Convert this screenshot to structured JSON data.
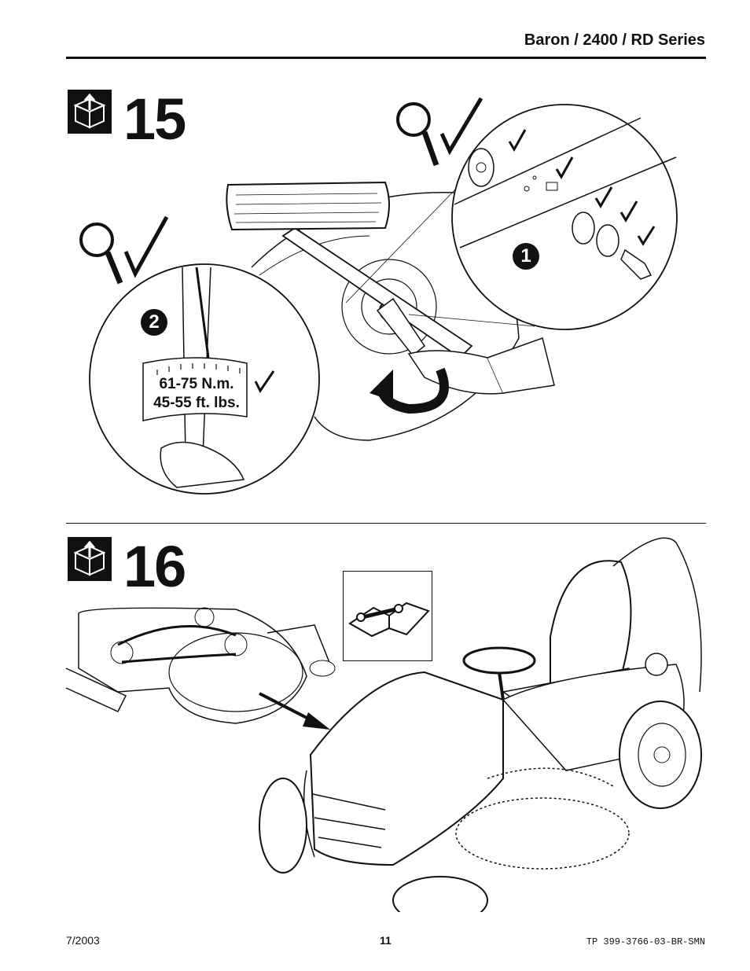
{
  "header": {
    "title": "Baron / 2400 / RD Series"
  },
  "step15": {
    "number": "15",
    "callout_1": "1",
    "callout_2": "2",
    "torque_nm": "61-75 N.m.",
    "torque_ftlbs": "45-55 ft. lbs."
  },
  "step16": {
    "number": "16"
  },
  "footer": {
    "date": "7/2003",
    "page": "11",
    "doc_code": "TP 399-3766-03-BR-SMN"
  },
  "colors": {
    "ink": "#111111",
    "paper": "#ffffff"
  }
}
